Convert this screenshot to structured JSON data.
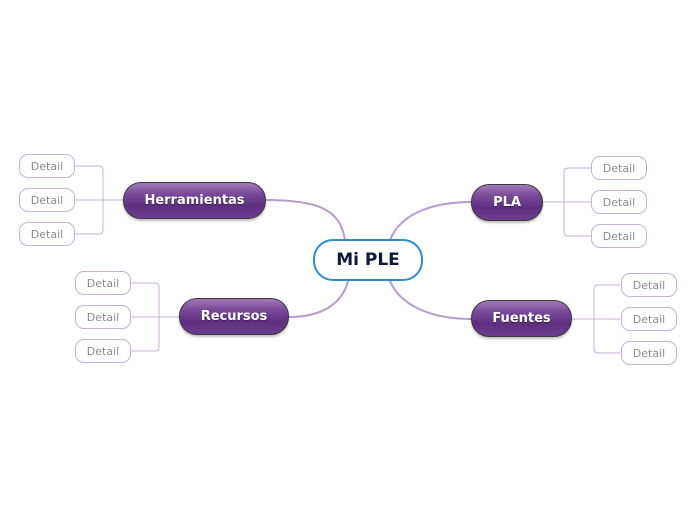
{
  "colors": {
    "link": "#b79ad0",
    "detail_link": "#c8b0d8",
    "topic_fill": "#6a3a8c",
    "central_border": "#2f8ccc",
    "central_text": "#0e1a3c"
  },
  "central": {
    "label": "Mi PLE"
  },
  "topics": [
    {
      "label": "Herramientas",
      "details": [
        "Detail",
        "Detail",
        "Detail"
      ]
    },
    {
      "label": "PLA",
      "details": [
        "Detail",
        "Detail",
        "Detail"
      ]
    },
    {
      "label": "Recursos",
      "details": [
        "Detail",
        "Detail",
        "Detail"
      ]
    },
    {
      "label": "Fuentes",
      "details": [
        "Detail",
        "Detail",
        "Detail"
      ]
    }
  ]
}
